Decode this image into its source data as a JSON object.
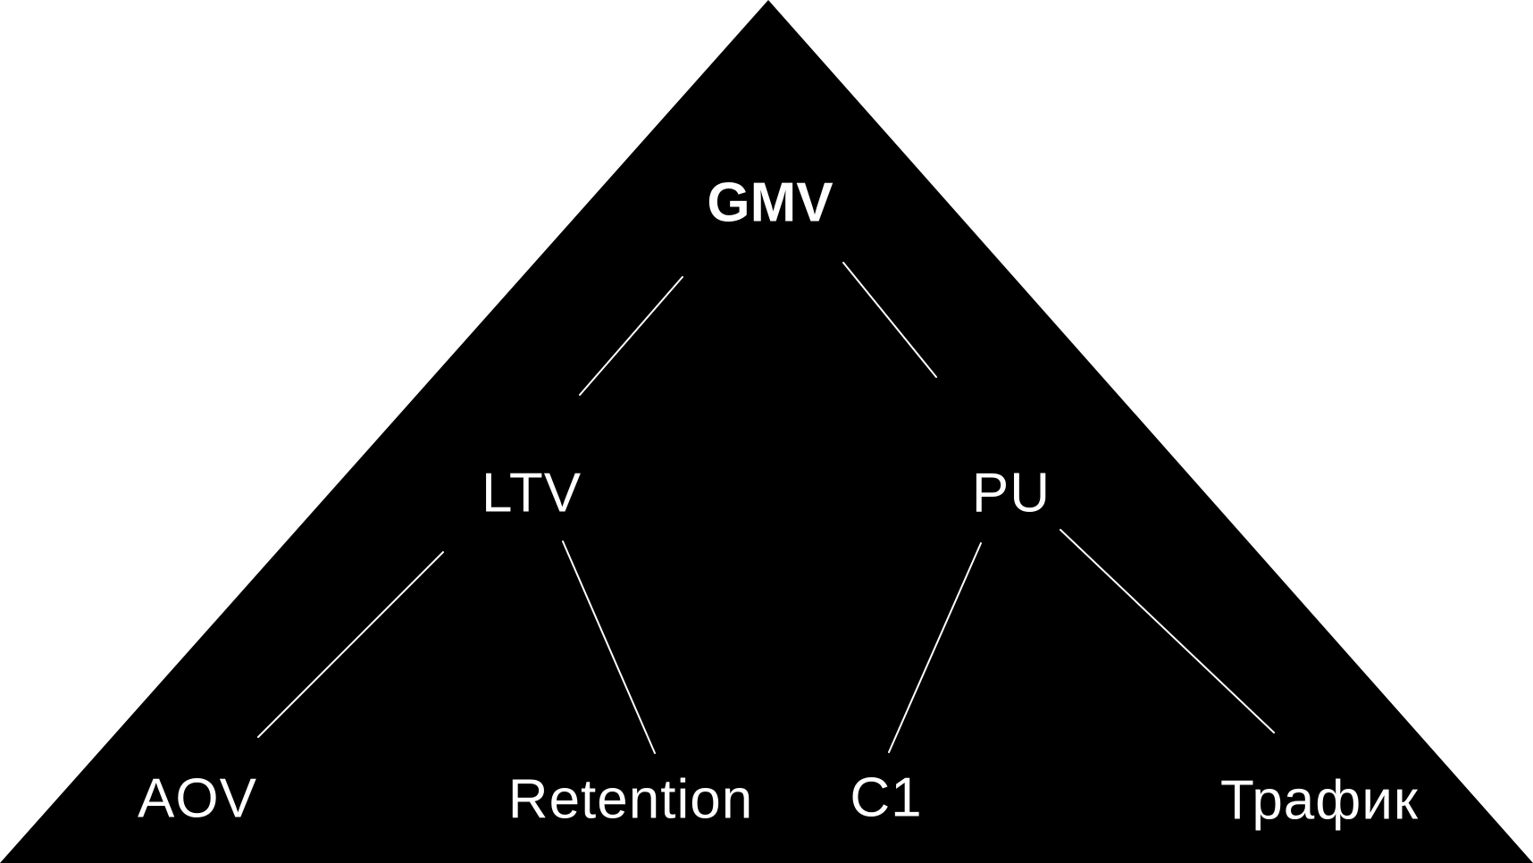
{
  "diagram": {
    "type": "pyramid-metric-tree",
    "root": {
      "label": "GMV",
      "children": [
        {
          "label": "LTV",
          "children": [
            {
              "label": "AOV"
            },
            {
              "label": "Retention"
            }
          ]
        },
        {
          "label": "PU",
          "children": [
            {
              "label": "C1"
            },
            {
              "label": "Трафик"
            }
          ]
        }
      ]
    }
  },
  "colors": {
    "background": "#ffffff",
    "pyramid": "#000000",
    "label_text": "#ffffff",
    "connector": "#ffffff"
  }
}
